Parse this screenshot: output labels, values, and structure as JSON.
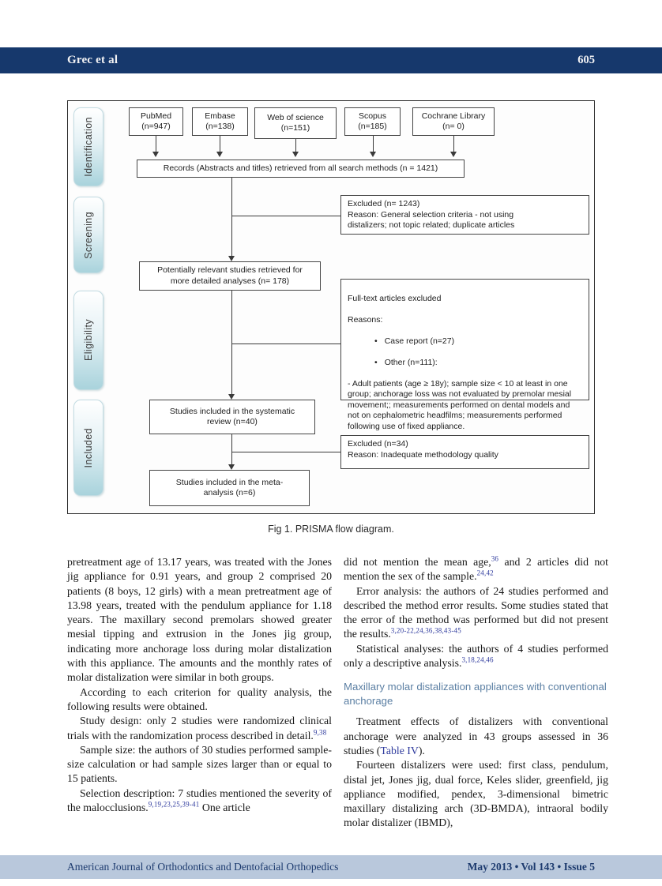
{
  "header": {
    "author": "Grec et al",
    "page_number": "605"
  },
  "colors": {
    "header_bar": "#16386c",
    "footer_bar": "#b9c8dc",
    "link_blue": "#2e3a9d",
    "section_heading": "#5b7fa3",
    "stage_tab_blue": "#a9d3dc"
  },
  "figure": {
    "caption_label": "Fig 1.",
    "caption_text": "PRISMA flow diagram.",
    "stages": [
      "Identification",
      "Screening",
      "Eligibility",
      "Included"
    ],
    "sources": [
      {
        "name": "PubMed",
        "count": "(n=947)"
      },
      {
        "name": "Embase",
        "count": "(n=138)"
      },
      {
        "name": "Web of science",
        "count": "(n=151)"
      },
      {
        "name": "Scopus",
        "count": "(n=185)"
      },
      {
        "name": "Cochrane Library",
        "count": "(n= 0)"
      }
    ],
    "records_box": "Records (Abstracts and titles) retrieved from all search methods (n = 1421)",
    "excluded_screening": "Excluded (n= 1243)\nReason: General selection criteria - not using\ndistalizers; not topic related; duplicate articles",
    "relevant_box": "Potentially relevant studies retrieved for\nmore detailed analyses (n= 178)",
    "fulltext_excluded": {
      "title": "Full-text articles excluded",
      "reasons_label": "Reasons:",
      "bullets": [
        "Case report (n=27)",
        "Other (n=111):"
      ],
      "note": "- Adult patients (age ≥ 18y); sample size < 10 at least in one group; anchorage loss was not evaluated by premolar mesial movement;; measurements performed on dental models and not on cephalometric headfilms; measurements performed following use of fixed appliance."
    },
    "systematic_box": "Studies included in the systematic\nreview (n=40)",
    "excluded_quality": "Excluded (n=34)\nReason: Inadequate methodology quality",
    "meta_box": "Studies included in the meta-\nanalysis (n=6)"
  },
  "body": {
    "left": {
      "p1": "pretreatment age of 13.17 years, was treated with the Jones jig appliance for 0.91 years, and group 2 comprised 20 patients (8 boys, 12 girls) with a mean pretreatment age of 13.98 years, treated with the pendulum appliance for 1.18 years. The maxillary second premolars showed greater mesial tipping and extrusion in the Jones jig group, indicating more anchorage loss during molar distalization with this appliance. The amounts and the monthly rates of molar distalization were similar in both groups.",
      "p2": "According to each criterion for quality analysis, the following results were obtained.",
      "p3_text": "Study design: only 2 studies were randomized clinical trials with the randomization process described in detail.",
      "p3_refs": "9,38",
      "p4": "Sample size: the authors of 30 studies performed sample-size calculation or had sample sizes larger than or equal to 15 patients.",
      "p5_text": "Selection description: 7 studies mentioned the severity of the malocclusions.",
      "p5_refs": "9,19,23,25,39-41",
      "p5_tail": " One article"
    },
    "right": {
      "p1_a": "did not mention the mean age,",
      "p1_ref1": "36",
      "p1_b": " and 2 articles did not mention the sex of the sample.",
      "p1_ref2": "24,42",
      "p2_text": "Error analysis: the authors of 24 studies performed and described the method error results. Some studies stated that the error of the method was performed but did not present the results.",
      "p2_refs": "3,20-22,24,36,38,43-45",
      "p3_text": "Statistical analyses: the authors of 4 studies performed only a descriptive analysis.",
      "p3_refs": "3,18,24,46",
      "heading": "Maxillary molar distalization appliances with conventional anchorage",
      "p4_a": "Treatment effects of distalizers with conventional anchorage were analyzed in 43 groups assessed in 36 studies (",
      "p4_link": "Table IV",
      "p4_b": ").",
      "p5": "Fourteen distalizers were used: first class, pendulum, distal jet, Jones jig, dual force, Keles slider, greenfield, jig appliance modified, pendex, 3-dimensional bimetric maxillary distalizing arch (3D-BMDA), intraoral bodily molar distalizer (IBMD),"
    }
  },
  "footer": {
    "journal": "American Journal of Orthodontics and Dentofacial Orthopedics",
    "issue": "May 2013 • Vol 143 • Issue 5"
  }
}
